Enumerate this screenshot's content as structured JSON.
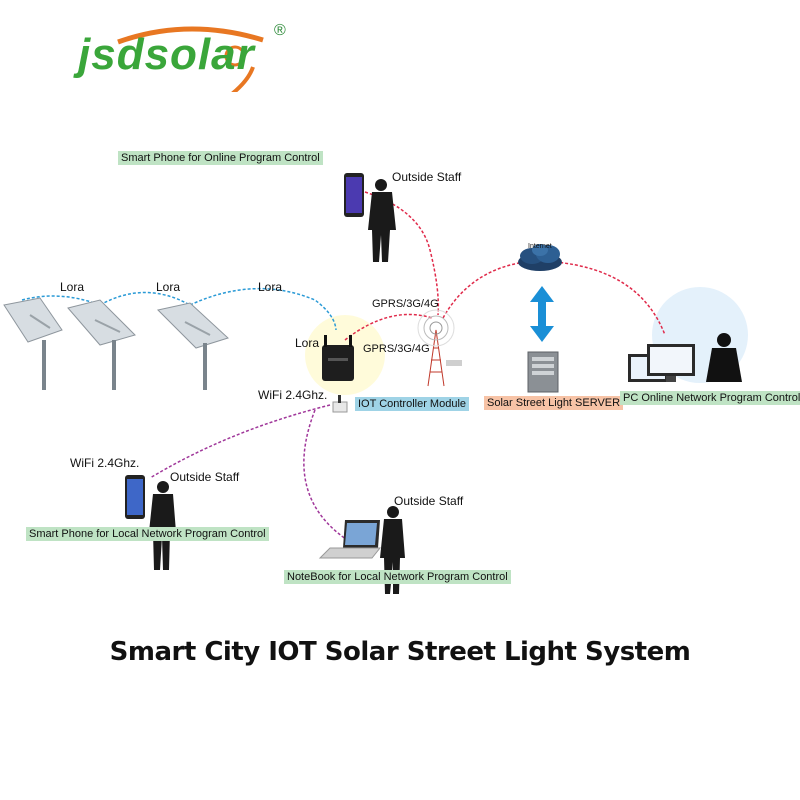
{
  "brand": {
    "logo_text": "jsdsolar",
    "registered_mark": "®",
    "color_primary": "#3aa63a",
    "color_accent": "#e87722"
  },
  "title": "Smart City IOT Solar Street Light System",
  "labels": {
    "smart_phone_online": "Smart Phone for Online Program Control",
    "outside_staff_top": "Outside Staff",
    "lora_1": "Lora",
    "lora_2": "Lora",
    "lora_3": "Lora",
    "lora_4": "Lora",
    "gprs_1": "GPRS/3G/4G",
    "gprs_2": "GPRS/3G/4G",
    "internet": "Internet",
    "wifi_controller": "WiFi 2.4Ghz.",
    "iot_controller": "IOT Controller Module",
    "server": "Solar Street Light SERVER",
    "pc_online": "PC Online Network Program Control",
    "wifi_phone": "WiFi 2.4Ghz.",
    "outside_staff_left": "Outside Staff",
    "smart_phone_local": "Smart Phone for Local Network Program Control",
    "outside_staff_bottom": "Outside Staff",
    "notebook_local": "NoteBook for Local Network Program Control"
  },
  "colors": {
    "lora_link": "#2a9ad6",
    "gprs_link": "#e02a4a",
    "wifi_link": "#a0379a",
    "arrow": "#1a8fd6",
    "green_box": "#bfe3c4",
    "blue_box": "#9fd3e6",
    "orange_box": "#f7c3a6"
  },
  "icons": [
    "street-light-icon",
    "router-icon",
    "cell-tower-icon",
    "cloud-icon",
    "server-icon",
    "smartphone-icon",
    "person-icon",
    "laptop-icon",
    "monitor-icon",
    "wifi-adapter-icon",
    "double-arrow-icon"
  ]
}
